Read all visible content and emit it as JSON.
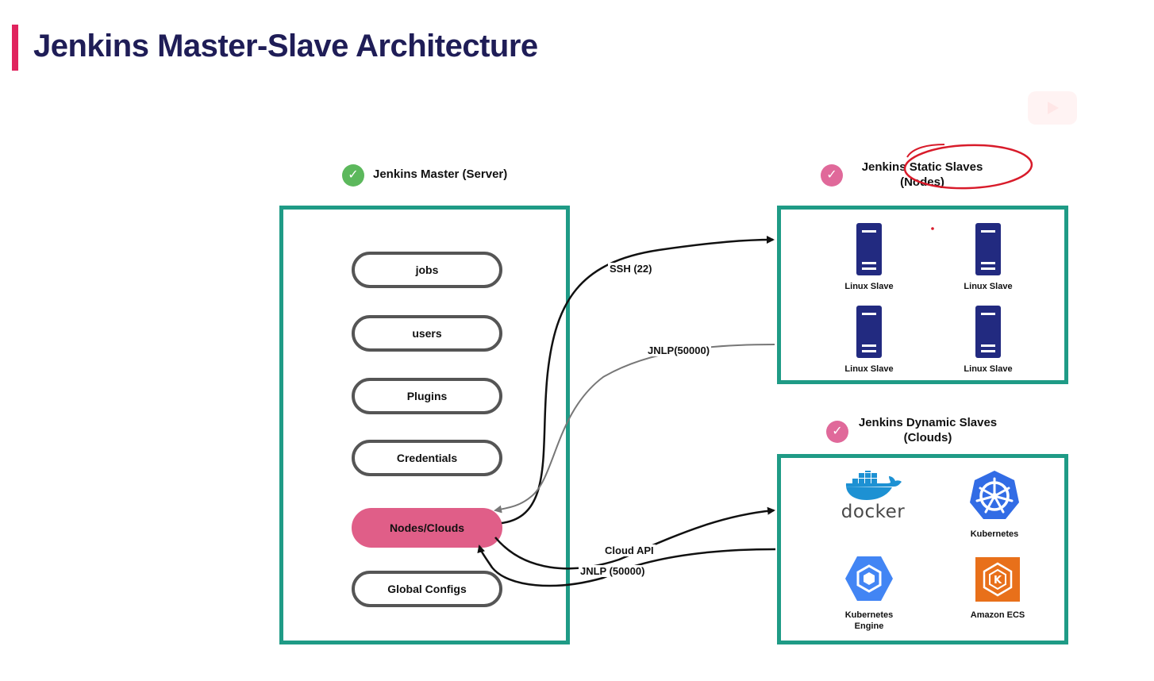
{
  "slide": {
    "title": "Jenkins Master-Slave Architecture"
  },
  "master": {
    "heading": "Jenkins Master (Server)",
    "items": [
      "jobs",
      "users",
      "Plugins",
      "Credentials",
      "Nodes/Clouds",
      "Global Configs"
    ],
    "active_item": "Nodes/Clouds"
  },
  "static_slaves": {
    "heading_line1": "Jenkins Static Slaves",
    "heading_line2": "(Nodes)",
    "nodes": [
      "Linux Slave",
      "Linux Slave",
      "Linux Slave",
      "Linux Slave"
    ]
  },
  "dynamic_slaves": {
    "heading_line1": "Jenkins Dynamic Slaves",
    "heading_line2": "(Clouds)",
    "docker_wordmark": "docker",
    "kubernetes": "Kubernetes",
    "gke_line1": "Kubernetes",
    "gke_line2": "Engine",
    "ecs": "Amazon ECS"
  },
  "connections": {
    "ssh": "SSH (22)",
    "jnlp_static": "JNLP(50000)",
    "cloud_api": "Cloud API",
    "jnlp_cloud": "JNLP  (50000)"
  },
  "colors": {
    "title": "#1f1d57",
    "accent": "#e0245e",
    "box_border": "#1f9b86",
    "active_pill": "#e05e88",
    "server": "#222a80",
    "annotation": "#d81b2a"
  }
}
